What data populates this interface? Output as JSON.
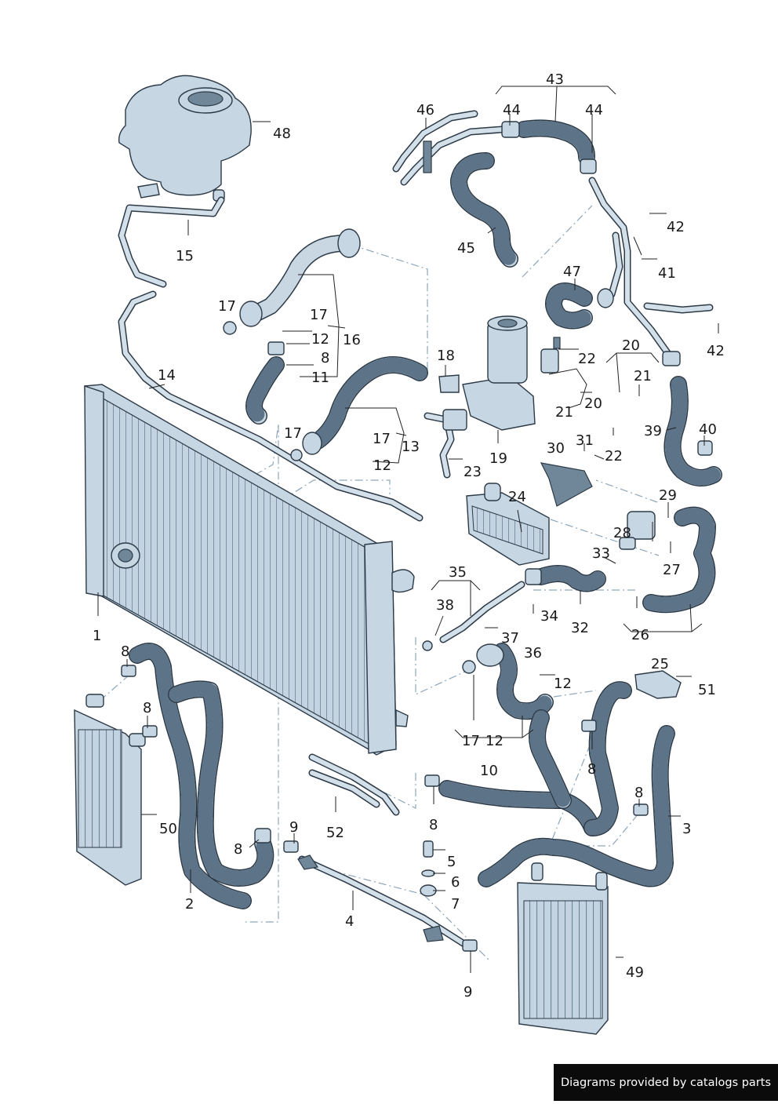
{
  "callouts": [
    "1",
    "2",
    "3",
    "4",
    "5",
    "6",
    "7",
    "8",
    "9",
    "10",
    "11",
    "12",
    "13",
    "14",
    "15",
    "16",
    "17",
    "18",
    "19",
    "20",
    "21",
    "22",
    "23",
    "24",
    "25",
    "26",
    "27",
    "28",
    "29",
    "30",
    "31",
    "32",
    "33",
    "34",
    "35",
    "36",
    "37",
    "38",
    "39",
    "40",
    "41",
    "42",
    "43",
    "44",
    "45",
    "46",
    "47",
    "48",
    "49",
    "50",
    "51",
    "52"
  ],
  "footer": {
    "text": "Diagrams provided by catalogs parts"
  },
  "colors": {
    "part_fill": "#c7d6e3",
    "outline": "#2c3a47",
    "dash_line": "#8fa6b8",
    "footer_bg": "#0b0b0b"
  }
}
